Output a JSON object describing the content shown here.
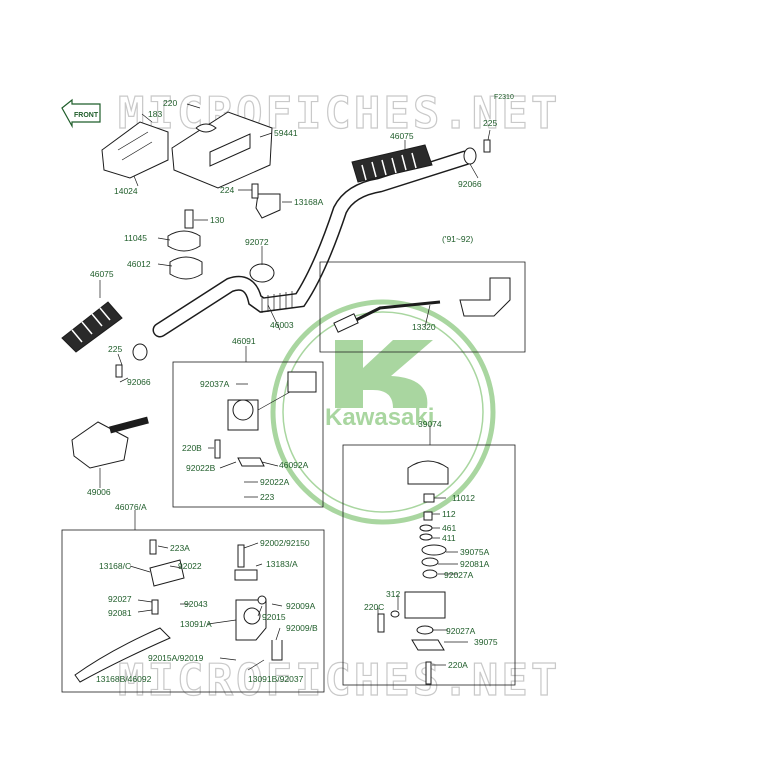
{
  "figure_code": "F2310",
  "watermark": {
    "text": "MICROFICHES.NET",
    "color": "#c9c9c9"
  },
  "logo": {
    "text": "Kawasaki",
    "color": "#a9d6a0"
  },
  "front_arrow": {
    "label": "FRONT",
    "color": "#1f5d2a"
  },
  "label_color": "#1f5d2a",
  "year_note": "('91~92)",
  "labels": {
    "l220": "220",
    "l183": "183",
    "l59441": "59441",
    "l14024": "14024",
    "l224": "224",
    "l13168A": "13168A",
    "l130": "130",
    "l11045": "11045",
    "l92072": "92072",
    "l46012": "46012",
    "l46075a": "46075",
    "l46075b": "46075",
    "l225a": "225",
    "l92066a": "92066",
    "l225b": "225",
    "l92066b": "92066",
    "l46003": "46003",
    "l13320": "13320",
    "l46091": "46091",
    "l92037A": "92037A",
    "l220B": "220B",
    "l92022B": "92022B",
    "l46092A": "46092A",
    "l92022A": "92022A",
    "l223": "223",
    "l49006": "49006",
    "l46076": "46076/A",
    "l39074": "39074",
    "l11012": "11012",
    "l112": "112",
    "l461": "461",
    "l411": "411",
    "l39075A": "39075A",
    "l92081A": "92081A",
    "l92027A1": "92027A",
    "l312": "312",
    "l220C": "220C",
    "l92027A2": "92027A",
    "l39075": "39075",
    "l220A": "220A",
    "l223A": "223A",
    "l92002": "92002/92150",
    "l13168C": "13168/C",
    "l92022": "92022",
    "l13183": "13183/A",
    "l92027": "92027",
    "l92043": "92043",
    "l92081": "92081",
    "l92009A": "92009A",
    "l13091": "13091/A",
    "l92015": "92015",
    "l92009B": "92009/B",
    "l92015A": "92015A/92019",
    "l13168B": "13168B/46092",
    "l13091B": "13091B/92037"
  }
}
